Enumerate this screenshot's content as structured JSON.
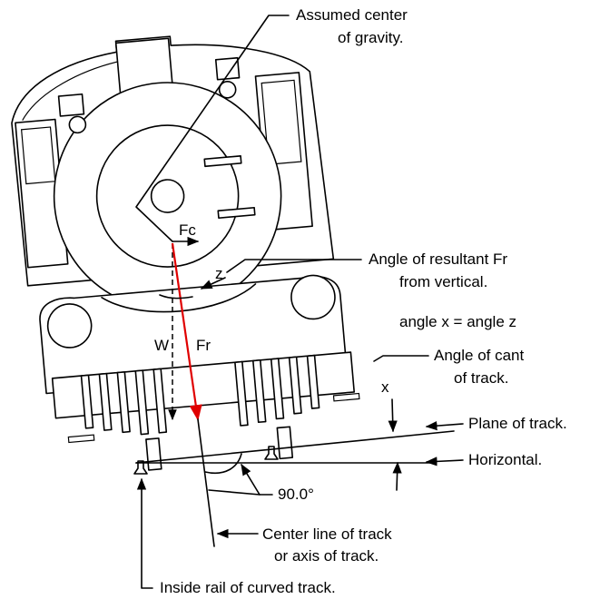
{
  "labels": {
    "center_gravity_1": "Assumed center",
    "center_gravity_2": "of gravity.",
    "fc": "Fc",
    "z": "z",
    "angle_resultant_1": "Angle of resultant Fr",
    "angle_resultant_2": "from vertical.",
    "angle_equation": "angle x = angle z",
    "w": "W",
    "fr": "Fr",
    "angle_cant_1": "Angle of cant",
    "angle_cant_2": "of track.",
    "x": "x",
    "plane_of_track": "Plane of track.",
    "horizontal": "Horizontal.",
    "angle_value": "90.0°",
    "center_line_1": "Center line of track",
    "center_line_2": "or axis of track.",
    "inside_rail": "Inside rail of curved track."
  },
  "colors": {
    "line": "#000000",
    "resultant_force": "#e00000",
    "background": "#ffffff"
  }
}
